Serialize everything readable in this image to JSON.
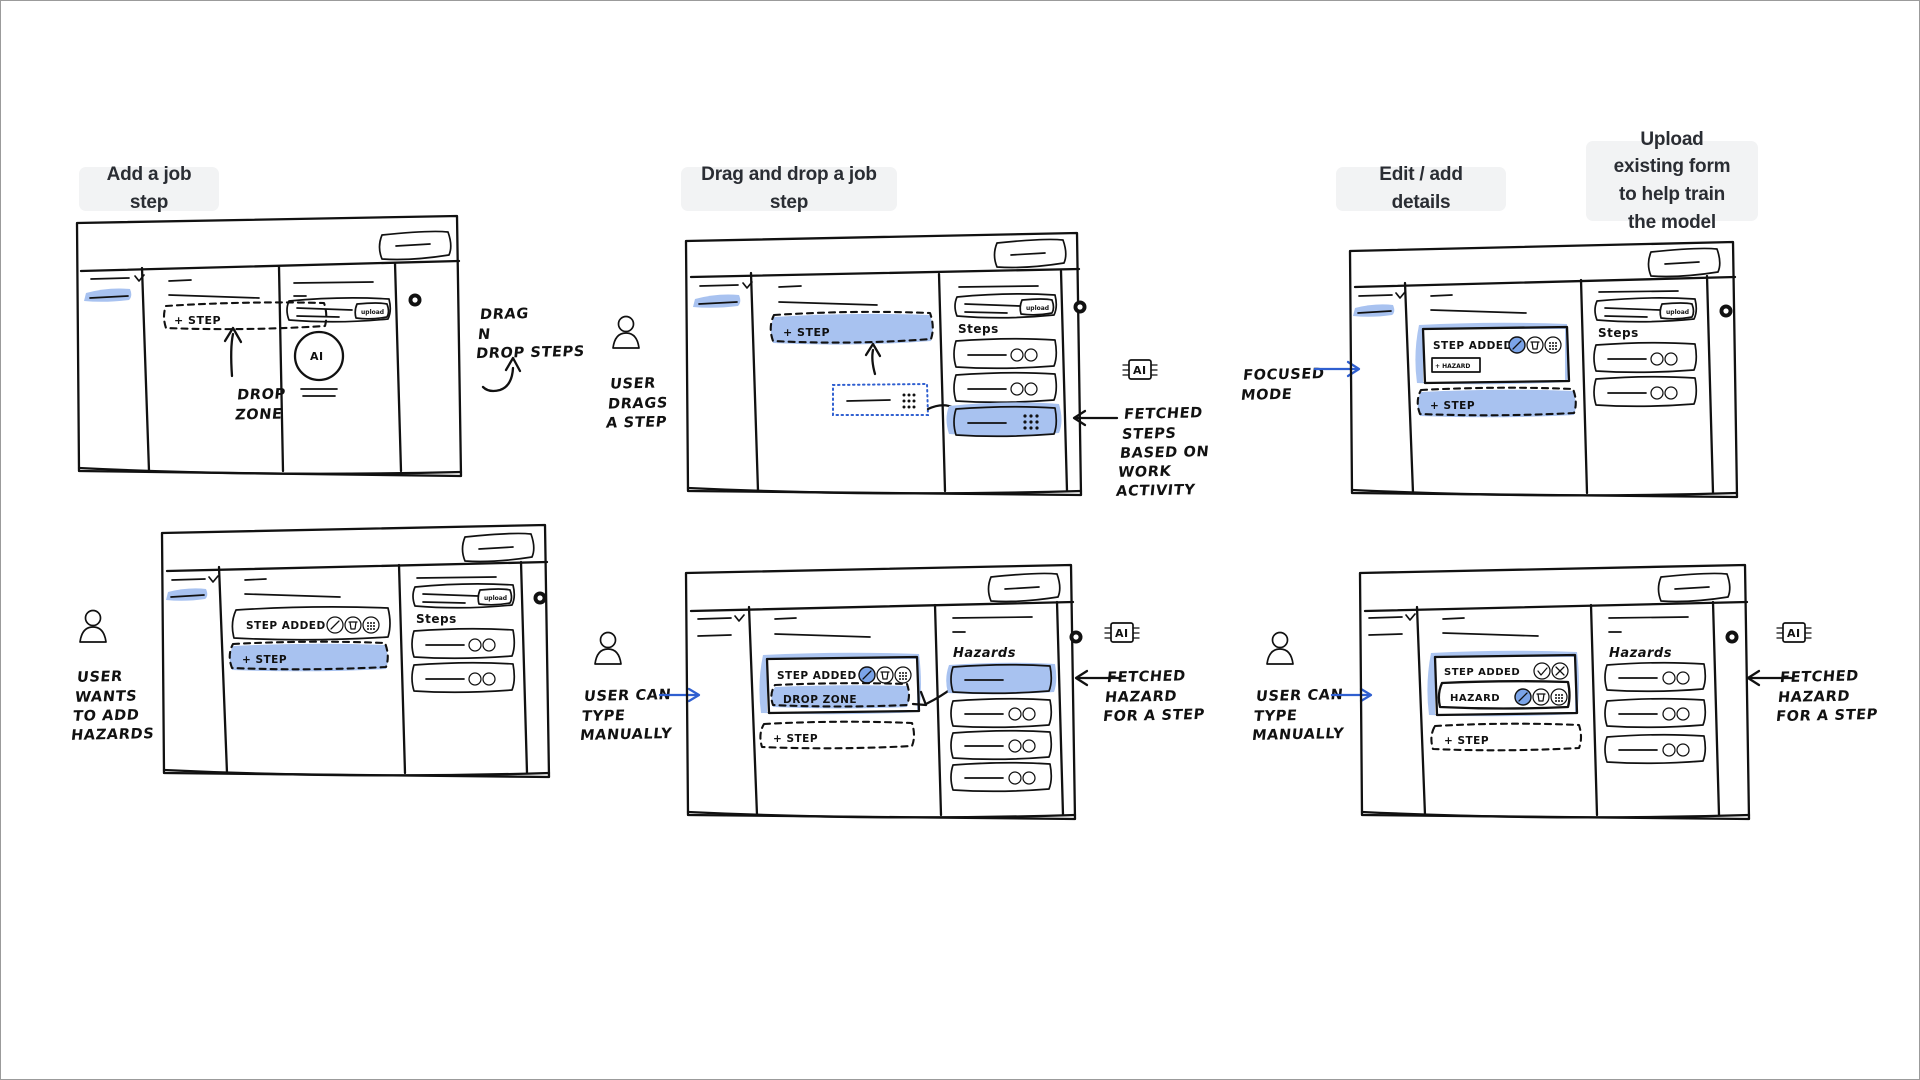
{
  "board": {
    "title": "Job step builder – wireframe flow",
    "background": "#ffffff",
    "accent": "#a8c2f0",
    "ink": "#111111",
    "chip_bg": "#f2f3f4"
  },
  "section_labels": [
    {
      "id": "add-job-step",
      "text": "Add a job step"
    },
    {
      "id": "drag-drop",
      "text": "Drag and drop a job step"
    },
    {
      "id": "edit-details",
      "text": "Edit / add details"
    },
    {
      "id": "upload-form",
      "text": "Upload existing\nform to help train\nthe model"
    }
  ],
  "annotations": [
    {
      "id": "drag-n-drop-steps",
      "text": "DRAG\nN\nDROP STEPS",
      "icon": "curved-arrow-icon"
    },
    {
      "id": "user-drags-a-step",
      "text": "USER\nDRAGS\nA STEP",
      "icon": "person-icon"
    },
    {
      "id": "fetched-steps",
      "text": "FETCHED\nSTEPS\nBASED ON\nWORK\nACTIVITY",
      "icon": "ai-chip-icon"
    },
    {
      "id": "focused-mode",
      "text": "FOCUSED\nMODE",
      "icon": "arrow-right-icon"
    },
    {
      "id": "user-wants-hazards",
      "text": "USER\nWANTS\nTO ADD\nHAZARDS",
      "icon": "person-icon"
    },
    {
      "id": "user-can-type-1",
      "text": "USER CAN\nTYPE\nMANUALLY",
      "icon": "person-icon"
    },
    {
      "id": "fetched-hazard-1",
      "text": "FETCHED\nHAZARD\nFOR A STEP",
      "icon": "ai-chip-icon"
    },
    {
      "id": "user-can-type-2",
      "text": "USER CAN\nTYPE\nMANUALLY",
      "icon": "person-icon"
    },
    {
      "id": "fetched-hazard-2",
      "text": "FETCHED\nHAZARD\nFOR A STEP",
      "icon": "ai-chip-icon"
    }
  ],
  "frames": [
    {
      "id": "frame-add-step",
      "sidebar": {
        "nav_items": 2,
        "selected_index": 1
      },
      "canvas": {
        "add_step_label": "+ STEP",
        "add_step_state": "dashed",
        "drop_zone_note": "DROP\nZONE"
      },
      "rightpanel": {
        "upload_button": "upload",
        "ai_badge": "AI",
        "list_title": "",
        "items": []
      }
    },
    {
      "id": "frame-drag-drop",
      "sidebar": {
        "nav_items": 2,
        "selected_index": 1
      },
      "canvas": {
        "add_step_label": "+ STEP",
        "add_step_state": "dashed-highlighted",
        "dragging_card_label": ""
      },
      "rightpanel": {
        "upload_button": "upload",
        "list_title": "Steps",
        "items": [
          {
            "label": "",
            "icons": [
              "add-icon",
              "ai-icon"
            ],
            "highlighted": false
          },
          {
            "label": "",
            "icons": [
              "add-icon",
              "ai-icon"
            ],
            "highlighted": false
          },
          {
            "label": "",
            "icons": [
              "drag-grid-icon"
            ],
            "highlighted": true
          }
        ]
      }
    },
    {
      "id": "frame-edit-details",
      "sidebar": {
        "nav_items": 2,
        "selected_index": 1
      },
      "canvas": {
        "step_card_title": "STEP ADDED",
        "step_card_icons": [
          "edit-icon",
          "trash-icon",
          "drag-grid-icon"
        ],
        "add_hazard_label": "+ HAZARD",
        "add_step_label": "+ STEP",
        "add_step_state": "dashed-highlighted"
      },
      "rightpanel": {
        "upload_button": "upload",
        "list_title": "Steps",
        "items": [
          {
            "label": "",
            "icons": [
              "add-icon",
              "ai-icon"
            ],
            "highlighted": false
          },
          {
            "label": "",
            "icons": [
              "add-icon",
              "ai-icon"
            ],
            "highlighted": false
          }
        ]
      }
    },
    {
      "id": "frame-step-added",
      "sidebar": {
        "nav_items": 2,
        "selected_index": 1
      },
      "canvas": {
        "step_card_title": "STEP ADDED",
        "step_card_icons": [
          "edit-icon",
          "trash-icon",
          "drag-grid-icon"
        ],
        "add_step_label": "+ STEP",
        "add_step_state": "dashed-highlighted"
      },
      "rightpanel": {
        "upload_button": "upload",
        "list_title": "Steps",
        "items": [
          {
            "label": "",
            "icons": [
              "add-icon",
              "ai-icon"
            ],
            "highlighted": false
          },
          {
            "label": "",
            "icons": [
              "add-icon",
              "ai-icon"
            ],
            "highlighted": false
          }
        ]
      }
    },
    {
      "id": "frame-drop-zone",
      "sidebar": {
        "nav_items": 2,
        "selected_index": 1
      },
      "canvas": {
        "step_card_title": "STEP ADDED",
        "step_card_icons": [
          "edit-icon",
          "trash-icon",
          "drag-grid-icon"
        ],
        "drop_zone_label": "DROP ZONE",
        "add_step_label": "+ STEP",
        "add_step_state": "dashed"
      },
      "rightpanel": {
        "upload_button": "",
        "list_title": "Hazards",
        "items": [
          {
            "label": "",
            "icons": [],
            "highlighted": true
          },
          {
            "label": "",
            "icons": [
              "add-icon",
              "ai-icon"
            ],
            "highlighted": false
          },
          {
            "label": "",
            "icons": [
              "add-icon",
              "ai-icon"
            ],
            "highlighted": false
          },
          {
            "label": "",
            "icons": [
              "add-icon",
              "ai-icon"
            ],
            "highlighted": false
          }
        ]
      }
    },
    {
      "id": "frame-hazard-added",
      "sidebar": {
        "nav_items": 2,
        "selected_index": 1
      },
      "canvas": {
        "step_card_title": "STEP ADDED",
        "step_card_icons": [
          "check-icon",
          "close-icon"
        ],
        "hazard_row_title": "HAZARD",
        "hazard_row_icons": [
          "edit-icon",
          "trash-icon",
          "drag-grid-icon"
        ],
        "add_step_label": "+ STEP",
        "add_step_state": "dashed"
      },
      "rightpanel": {
        "upload_button": "",
        "list_title": "Hazards",
        "items": [
          {
            "label": "",
            "icons": [
              "add-icon",
              "ai-icon"
            ],
            "highlighted": false
          },
          {
            "label": "",
            "icons": [
              "add-icon",
              "ai-icon"
            ],
            "highlighted": false
          },
          {
            "label": "",
            "icons": [
              "add-icon",
              "ai-icon"
            ],
            "highlighted": false
          }
        ]
      }
    }
  ]
}
